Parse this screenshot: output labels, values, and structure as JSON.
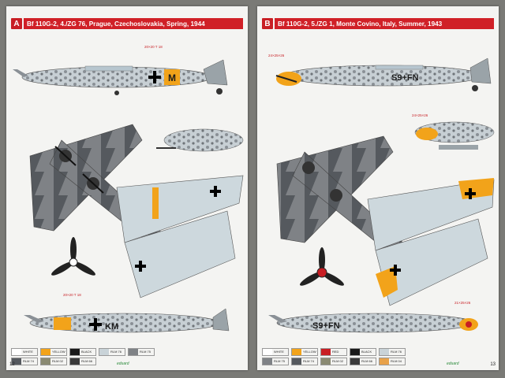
{
  "pages": [
    {
      "letter": "A",
      "title": "Bf 110G-2, 4./ZG 76, Prague, Czechoslovakia, Spring, 1944",
      "page_number": "12",
      "codes_side1": "M",
      "codes_side2": "KM",
      "callout_top": "20×20 T 18",
      "callout_bottom": "20×20 T 18",
      "swatches": [
        {
          "name": "WHITE",
          "color": "#ffffff"
        },
        {
          "name": "YELLOW",
          "color": "#f2a31a"
        },
        {
          "name": "BLACK",
          "color": "#1a1a1a"
        },
        {
          "name": "RLM 76",
          "color": "#c9d3d8"
        },
        {
          "name": "RLM 75",
          "color": "#7f8286"
        },
        {
          "name": "RLM 74",
          "color": "#55595e"
        },
        {
          "name": "RLM 02",
          "color": "#8a8a72"
        },
        {
          "name": "RLM 66",
          "color": "#3a3a3a"
        }
      ],
      "logo": "eduard"
    },
    {
      "letter": "B",
      "title": "Bf 110G-2, 5./ZG 1, Monte Covino, Italy, Summer, 1943",
      "page_number": "13",
      "codes_side1": "S9+FN",
      "codes_side2": "S9+FN",
      "callout_top": "24×25×26",
      "callout_mid": "24×25×26",
      "callout_bottom": "21×25×26",
      "swatches": [
        {
          "name": "WHITE",
          "color": "#ffffff"
        },
        {
          "name": "YELLOW",
          "color": "#f2a31a"
        },
        {
          "name": "RED",
          "color": "#c81e24"
        },
        {
          "name": "BLACK",
          "color": "#1a1a1a"
        },
        {
          "name": "RLM 76",
          "color": "#c9d3d8"
        },
        {
          "name": "RLM 75",
          "color": "#7f8286"
        },
        {
          "name": "RLM 74",
          "color": "#55595e"
        },
        {
          "name": "RLM 02",
          "color": "#8a8a72"
        },
        {
          "name": "RLM 66",
          "color": "#3a3a3a"
        },
        {
          "name": "RLM 04",
          "color": "#e8a24a"
        }
      ],
      "logo": "eduard"
    }
  ]
}
